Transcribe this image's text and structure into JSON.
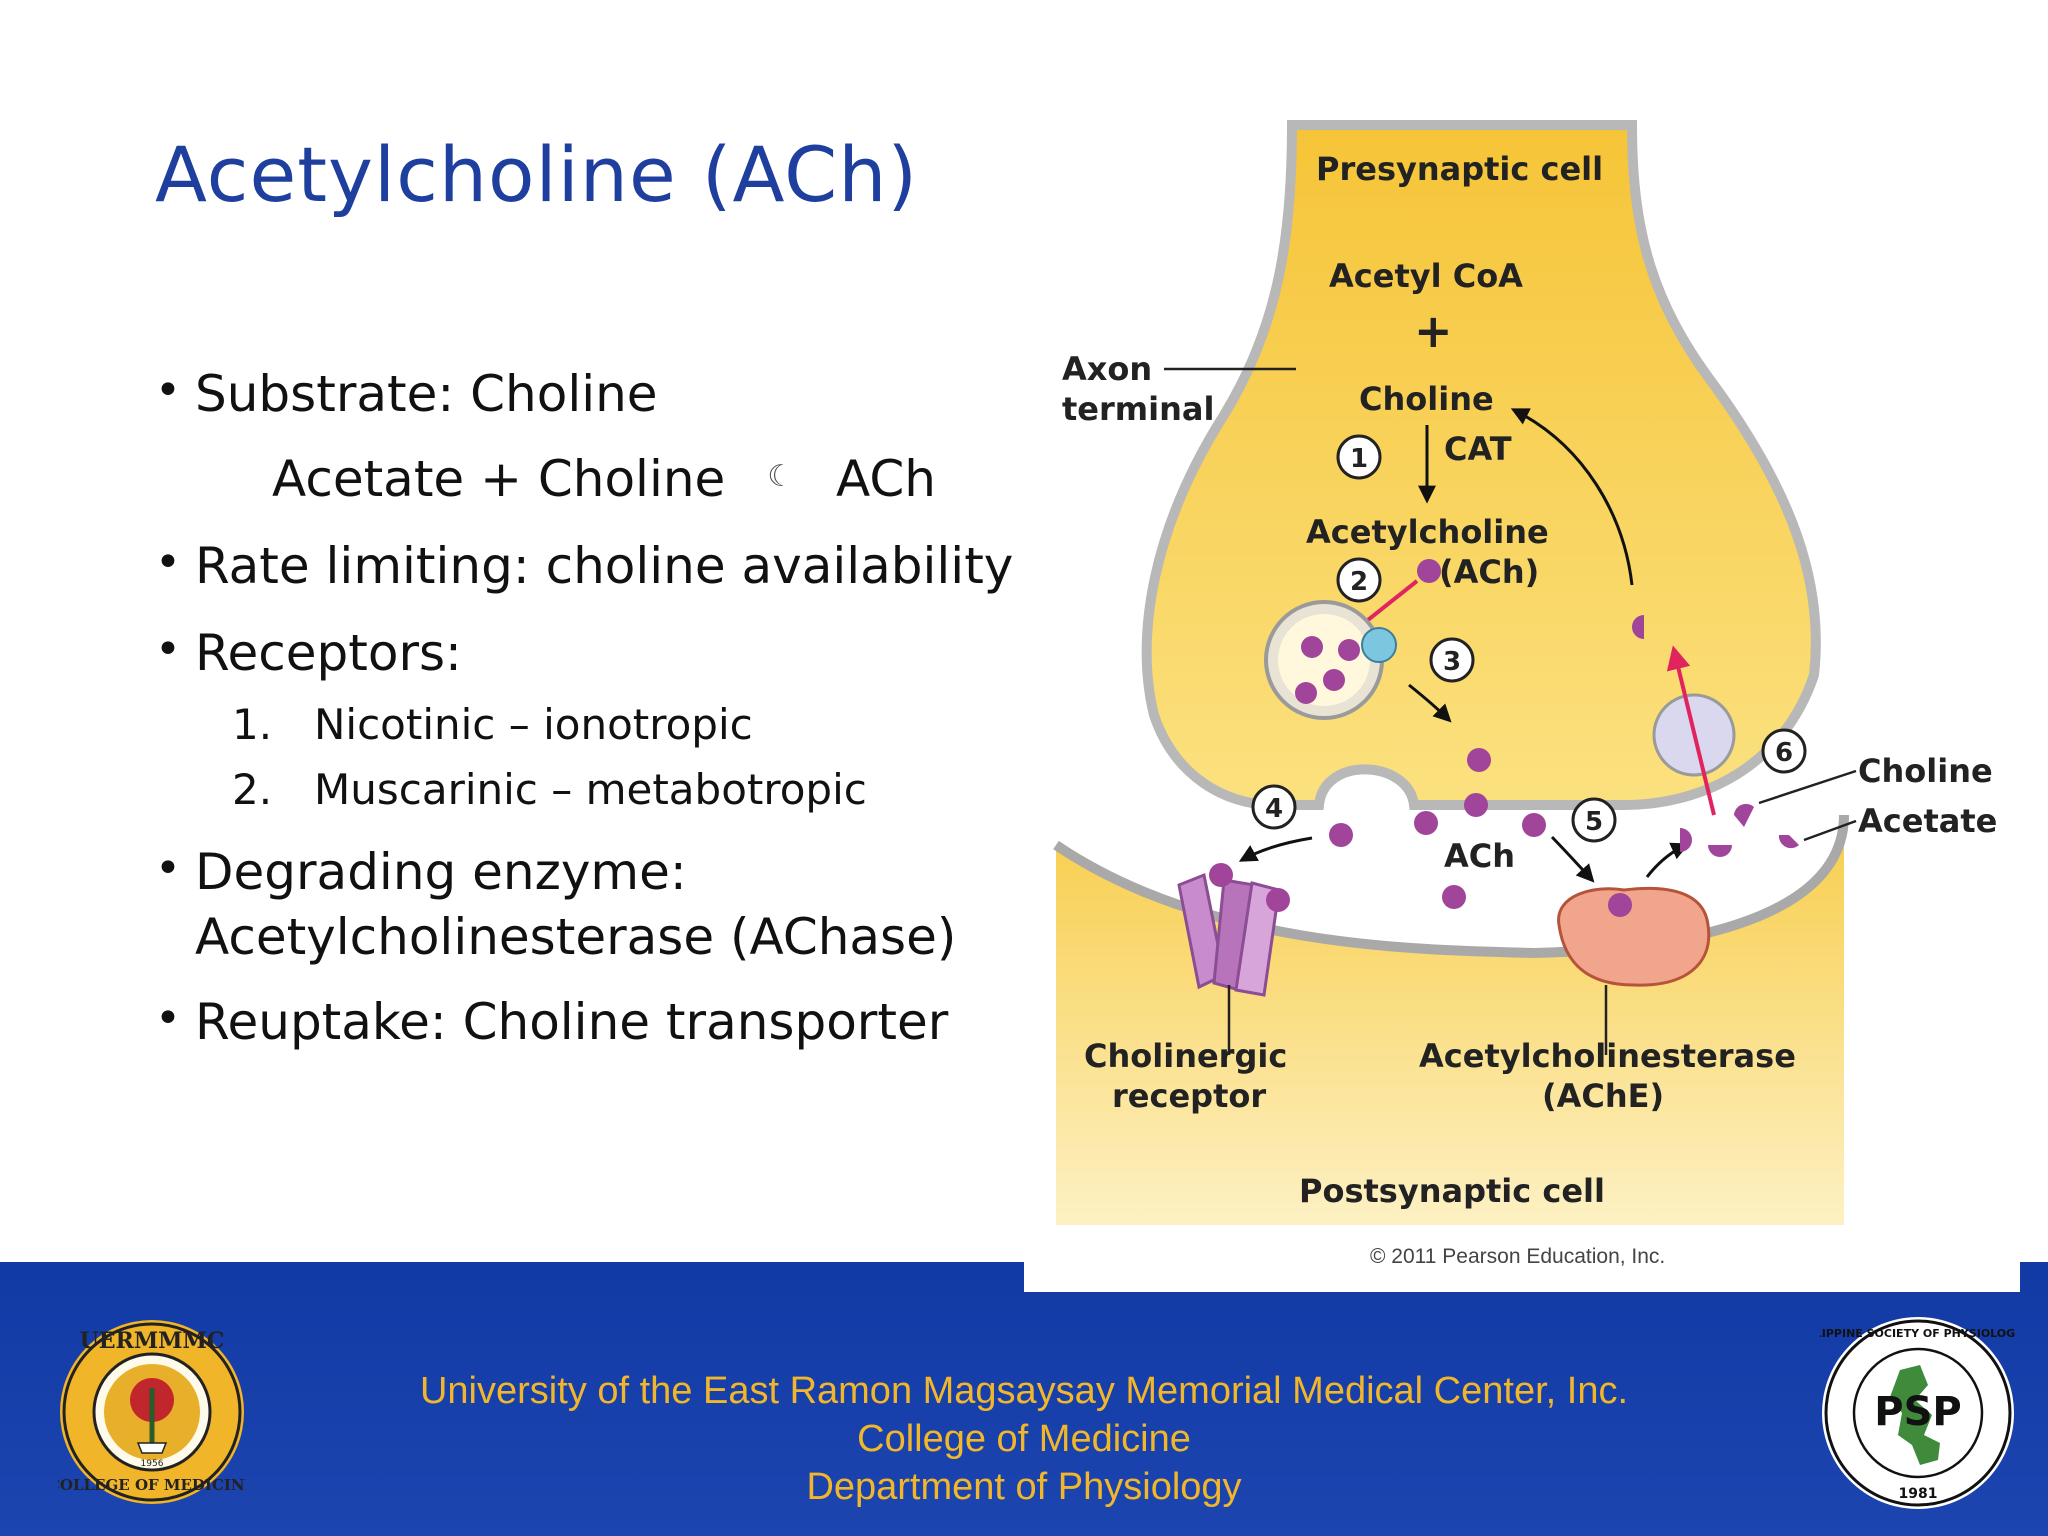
{
  "slide": {
    "title": "Acetylcholine (ACh)",
    "bullets": [
      "Substrate: Choline",
      "Rate limiting: choline availability",
      "Receptors:",
      "Degrading enzyme:",
      "Reuptake: Choline transporter"
    ],
    "bullet_symbol": "•",
    "reaction": {
      "left": "Acetate + Choline",
      "arrow": "☾",
      "right": "ACh"
    },
    "enzyme_name": "Acetylcholinesterase (AChase)",
    "receptor_types": [
      {
        "num": "1.",
        "text": "Nicotinic – ionotropic"
      },
      {
        "num": "2.",
        "text": "Muscarinic – metabotropic"
      }
    ]
  },
  "diagram": {
    "presynaptic": "Presynaptic cell",
    "acetyl_coa": "Acetyl CoA",
    "plus": "+",
    "choline": "Choline",
    "cat": "CAT",
    "acetylcholine": "Acetylcholine",
    "ach_paren": "(ACh)",
    "axon_line1": "Axon",
    "axon_line2": "terminal",
    "step_labels": [
      "1",
      "2",
      "3",
      "4",
      "5",
      "6"
    ],
    "ach": "ACh",
    "right_choline": "Choline",
    "right_acetate": "Acetate",
    "receptor_line1": "Cholinergic",
    "receptor_line2": "receptor",
    "ache_line1": "Acetylcholinesterase",
    "ache_line2": "(AChE)",
    "postsynaptic": "Postsynaptic cell",
    "credit": "© 2011 Pearson Education, Inc."
  },
  "footer": {
    "line1": "University of the East Ramon Magsaysay Memorial Medical Center, Inc.",
    "line2": "College of Medicine",
    "line3": "Department of Physiology",
    "left_logo": {
      "top_text": "UERMMMC",
      "bottom_text": "COLLEGE OF MEDICINE",
      "year": "1956"
    },
    "right_logo": {
      "ring_text": "PHILIPPINE SOCIETY OF PHYSIOLOGISTS",
      "center": "PSP",
      "year": "1981"
    }
  },
  "colors": {
    "title_blue": "#1f3f9e",
    "footer_blue": "#1a3fac",
    "footer_text": "#f2b62a",
    "cell_yellow": "#f8cc45",
    "ach_purple": "#a0459a",
    "arrow_red": "#e0245e"
  }
}
